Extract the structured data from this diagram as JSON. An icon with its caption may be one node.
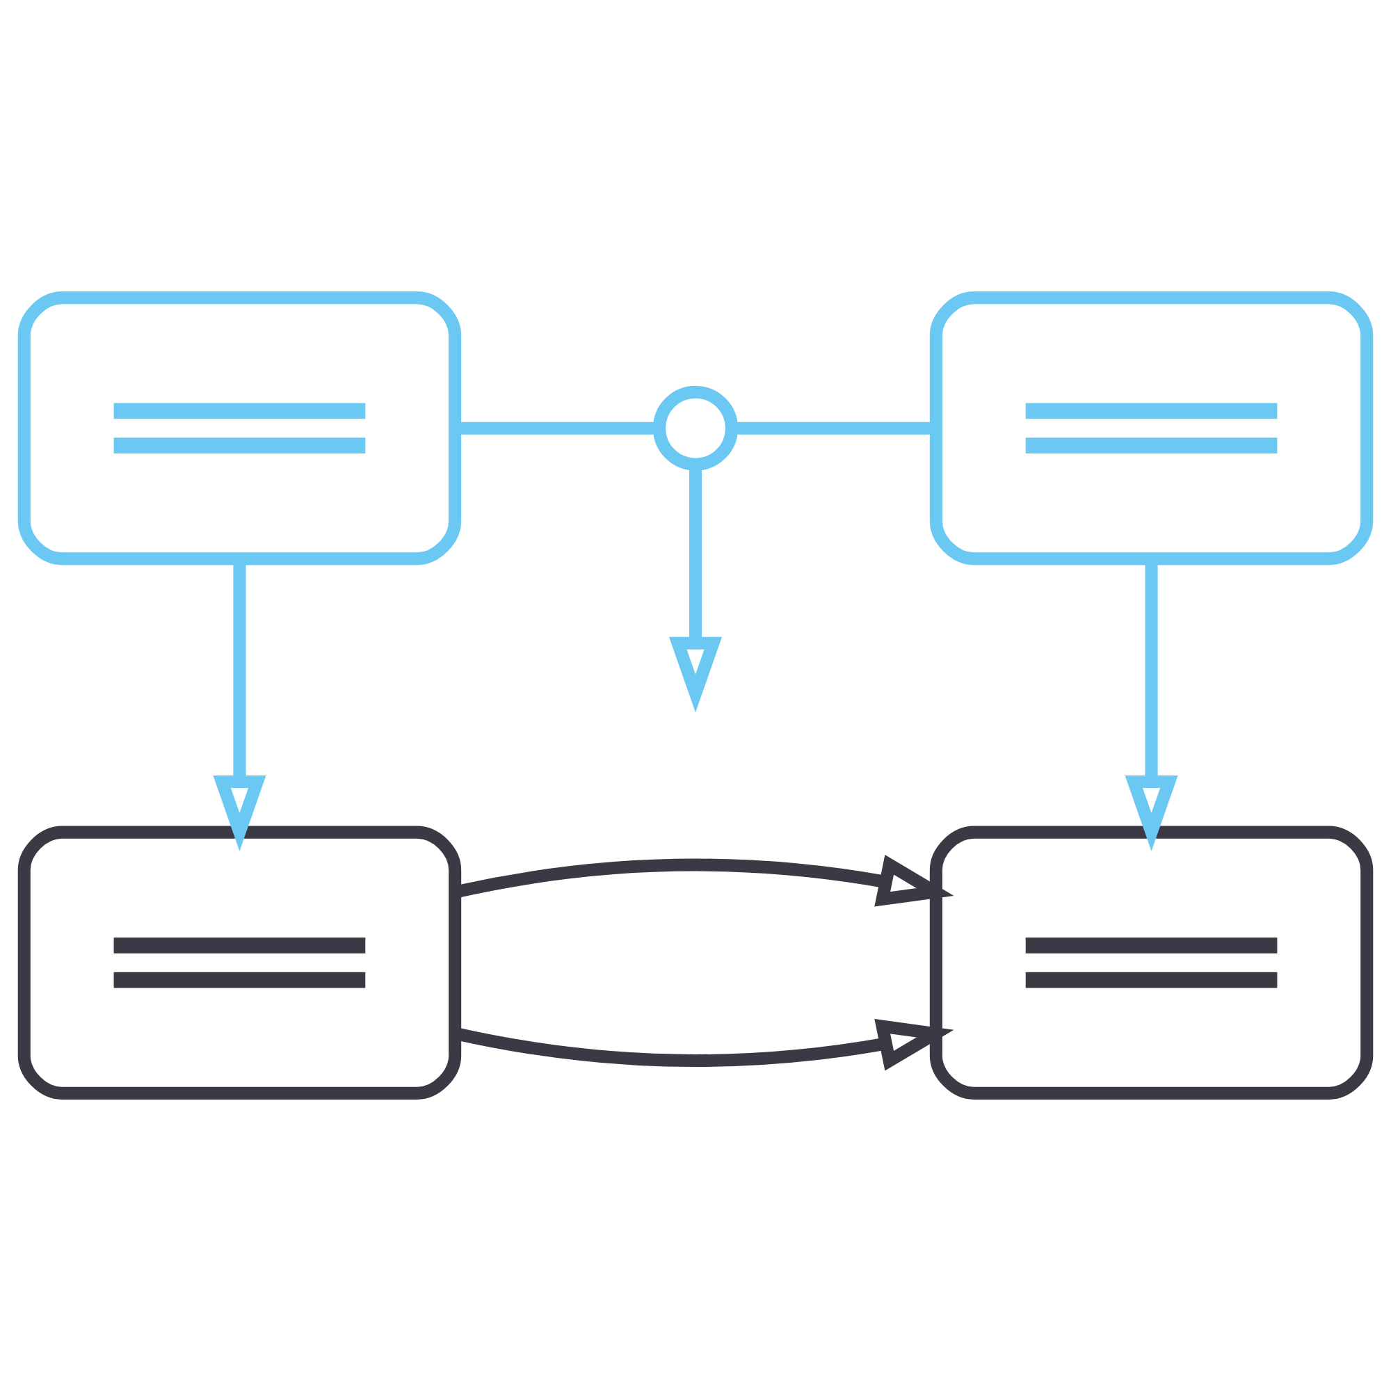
{
  "diagram": {
    "nodes": [
      {
        "text": [],
        "shape": "box"
      },
      {
        "text": [],
        "shape": "circle"
      },
      {
        "text": [],
        "shape": "box"
      },
      {
        "text": [],
        "shape": "box"
      },
      {
        "text": [],
        "shape": "box"
      }
    ],
    "edges": [
      {
        "from": 0,
        "to": 1,
        "arrow": "none"
      },
      {
        "from": 1,
        "to": 2,
        "arrow": "none"
      },
      {
        "from": 1,
        "to": null,
        "arrow": "to"
      },
      {
        "from": 0,
        "to": 3,
        "arrow": "to"
      },
      {
        "from": 2,
        "to": 4,
        "arrow": "to"
      },
      {
        "from": 3,
        "to": 4,
        "arrow": "to",
        "color": "#3a3944"
      },
      {
        "from": 3,
        "to": 4,
        "arrow": "to",
        "color": "#3a3944"
      }
    ]
  }
}
